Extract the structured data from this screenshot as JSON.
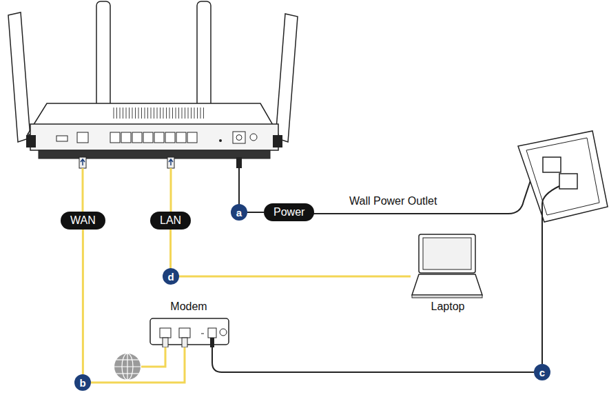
{
  "diagram": {
    "nodes": [
      {
        "text": [
          "WAN"
        ]
      },
      {
        "text": [
          "LAN"
        ]
      },
      {
        "text": [
          "a"
        ]
      },
      {
        "text": [
          "Power"
        ]
      },
      {
        "text": [
          "d"
        ]
      },
      {
        "text": [
          "Laptop"
        ]
      },
      {
        "text": [
          "Modem"
        ]
      },
      {
        "text": [
          "b"
        ]
      },
      {
        "text": [
          "c"
        ]
      }
    ],
    "edges": [
      {
        "from": 0,
        "to": 7,
        "arrow": "none"
      },
      {
        "from": 1,
        "to": 4,
        "arrow": "none"
      },
      {
        "from": 2,
        "to": 3,
        "arrow": "none"
      },
      {
        "from": 4,
        "to": 5,
        "arrow": "none"
      },
      {
        "from": 7,
        "to": 6,
        "arrow": "none"
      },
      {
        "from": 8,
        "to": 6,
        "arrow": "none"
      }
    ],
    "labels": [
      "Wall Power Outlet"
    ]
  }
}
